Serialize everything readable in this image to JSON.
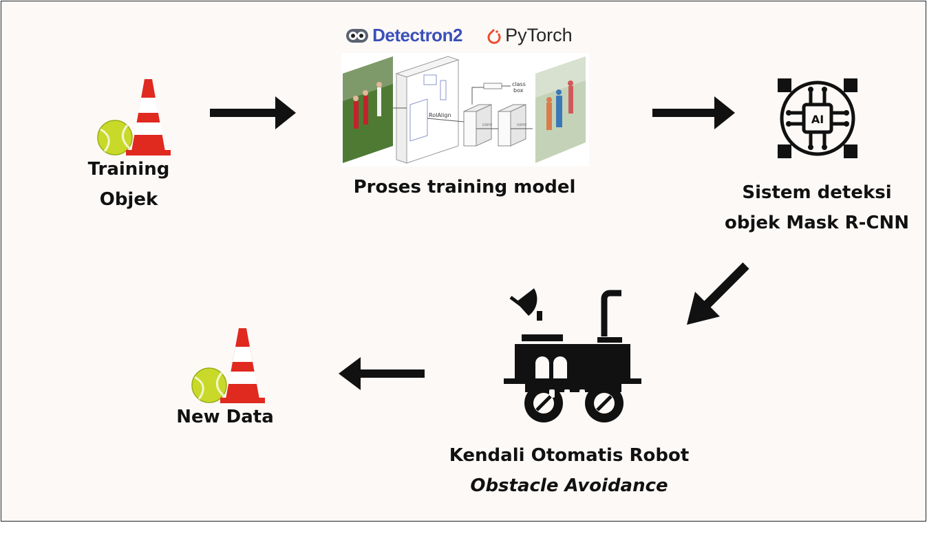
{
  "nodes": {
    "training": {
      "line1": "Training",
      "line2": "Objek"
    },
    "proses": {
      "label": "Proses training model"
    },
    "sistem": {
      "line1": "Sistem deteksi",
      "line2": "objek Mask R-CNN"
    },
    "robot": {
      "line1": "Kendali Otomatis Robot",
      "line2": "Obstacle Avoidance"
    },
    "newdata": {
      "label": "New Data"
    }
  },
  "logos": {
    "detectron": "Detectron2",
    "pytorch": "PyTorch"
  },
  "maskrcnn_figure": {
    "roi_label": "RoIAlign",
    "class_label": "class",
    "box_label": "box",
    "conv_label": "conv"
  },
  "ai_chip": {
    "label": "AI"
  },
  "colors": {
    "ball": "#c8d92a",
    "cone_red": "#e0291f",
    "arrow": "#111111",
    "detectron_blue": "#3b4fb8",
    "pytorch_orange": "#ee4c2c"
  },
  "icons": [
    "tennis-ball-icon",
    "traffic-cone-icon",
    "ai-chip-icon",
    "robot-rover-icon",
    "arrow-icon"
  ]
}
